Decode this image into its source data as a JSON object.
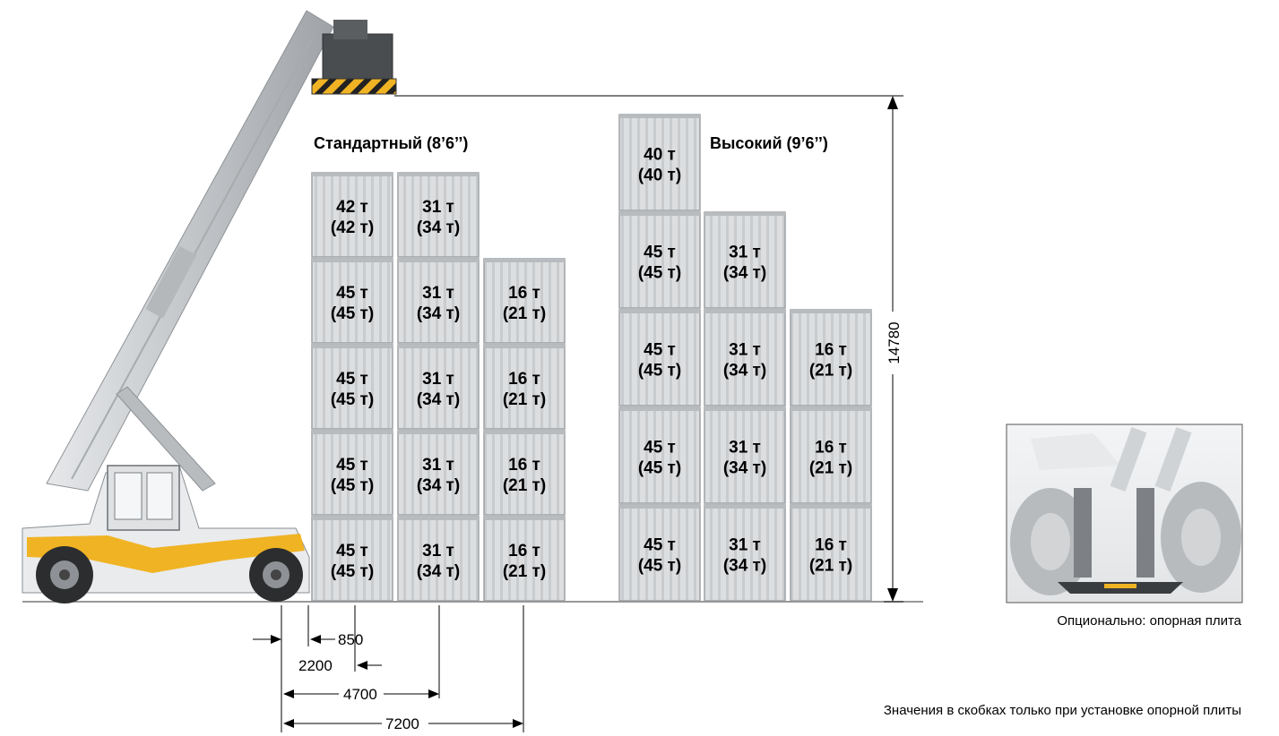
{
  "standard": {
    "heading": "Стандартный (8’6’’)",
    "columns": [
      [
        "42 т|(42 т)",
        "45 т|(45 т)",
        "45 т|(45 т)",
        "45 т|(45 т)",
        "45 т|(45 т)"
      ],
      [
        "31 т|(34 т)",
        "31 т|(34 т)",
        "31 т|(34 т)",
        "31 т|(34 т)",
        "31 т|(34 т)"
      ],
      [
        "16 т|(21 т)",
        "16 т|(21 т)",
        "16 т|(21 т)",
        "16 т|(21 т)"
      ]
    ]
  },
  "high": {
    "heading": "Высокий (9’6’’)",
    "columns": [
      [
        "40 т|(40 т)",
        "45 т|(45 т)",
        "45 т|(45 т)",
        "45 т|(45 т)",
        "45 т|(45 т)"
      ],
      [
        "31 т|(34 т)",
        "31 т|(34 т)",
        "31 т|(34 т)",
        "31 т|(34 т)"
      ],
      [
        "16 т|(21 т)",
        "16 т|(21 т)",
        "16 т|(21 т)"
      ]
    ]
  },
  "dimensions": {
    "height": "14780",
    "d850": "850",
    "d2200": "2200",
    "d4700": "4700",
    "d7200": "7200"
  },
  "inset_caption": "Опционально: опорная плита",
  "footnote": "Значения в скобках только при установке опорной плиты",
  "colors": {
    "container": "#d9dbdd",
    "container_rib": "#c6c9cc",
    "machine_yellow": "#f0b323",
    "boom": "#c9cccf"
  }
}
